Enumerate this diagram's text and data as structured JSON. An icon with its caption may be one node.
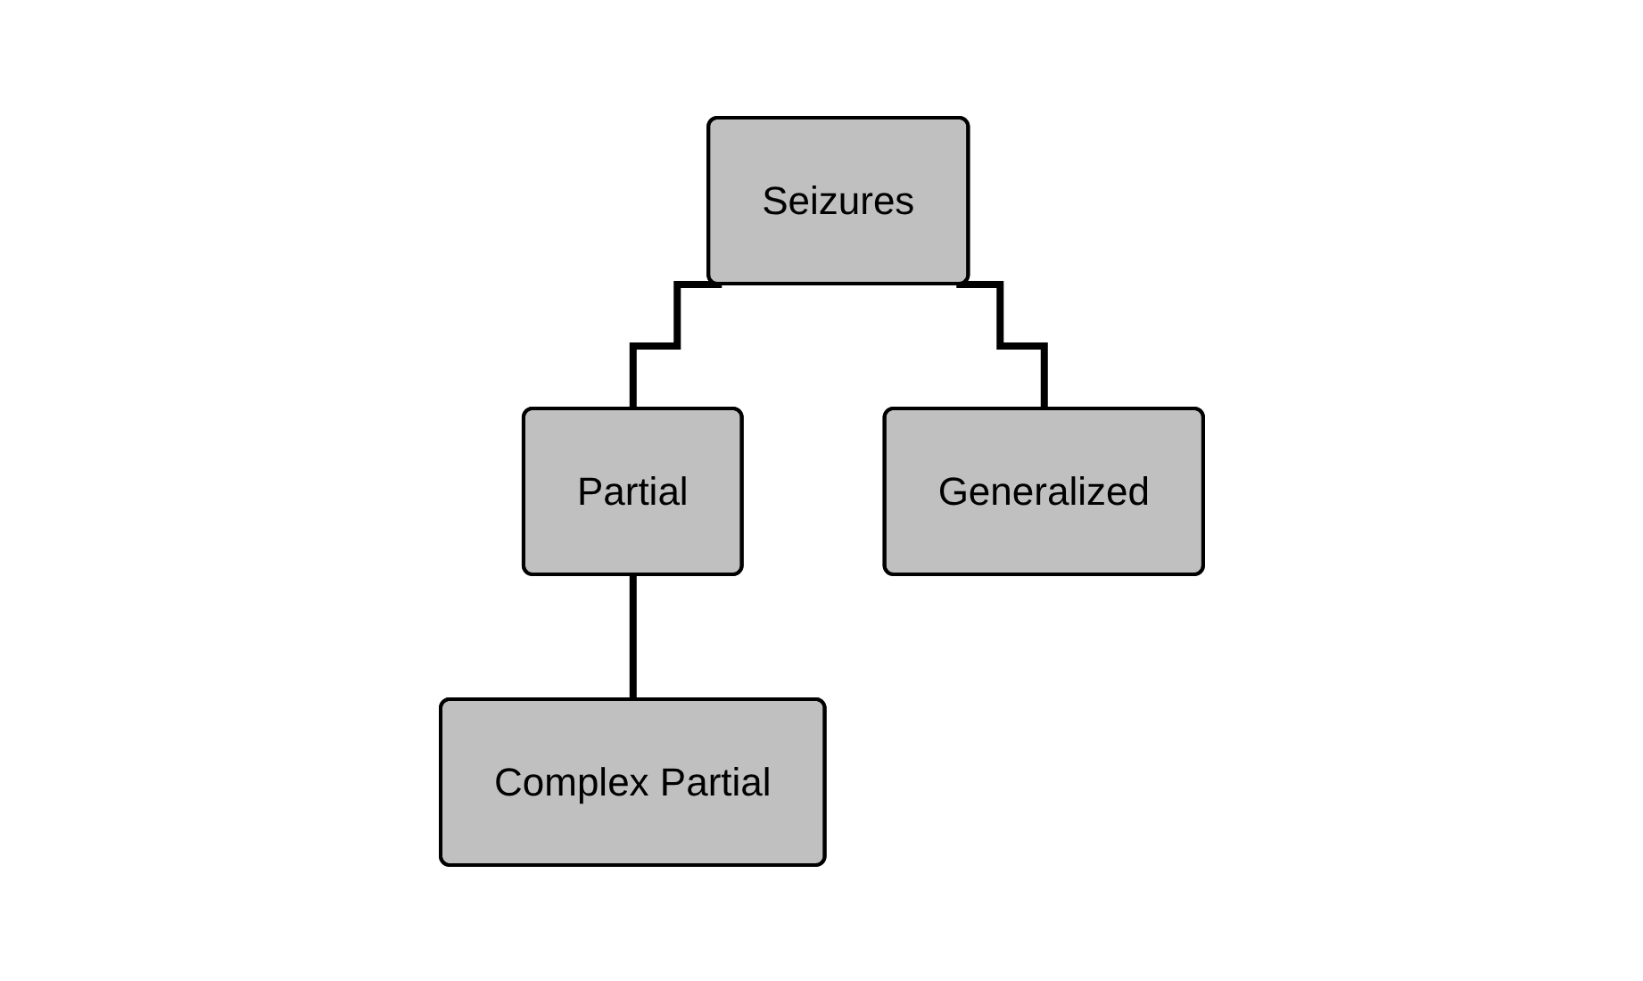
{
  "diagram": {
    "nodes": [
      {
        "text": [
          "Seizures"
        ]
      },
      {
        "text": [
          "Partial"
        ]
      },
      {
        "text": [
          "Generalized"
        ]
      },
      {
        "text": [
          "Complex Partial"
        ]
      }
    ],
    "edges": [
      {
        "from": 0,
        "to": 1,
        "arrow": "none"
      },
      {
        "from": 0,
        "to": 2,
        "arrow": "none"
      },
      {
        "from": 1,
        "to": 3,
        "arrow": "none"
      }
    ]
  }
}
